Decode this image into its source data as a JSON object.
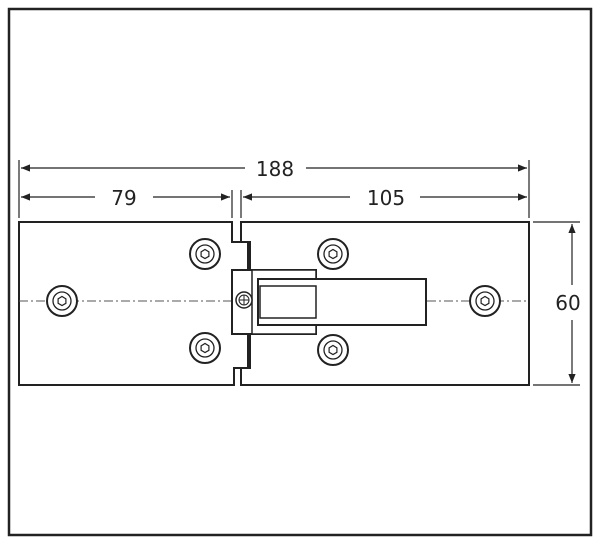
{
  "dimensions": {
    "overall_width": "188",
    "left_plate_width": "79",
    "right_plate_width": "105",
    "height": "60"
  },
  "colors": {
    "line": "#222222",
    "fill": "#ffffff",
    "centerline": "#555555"
  }
}
